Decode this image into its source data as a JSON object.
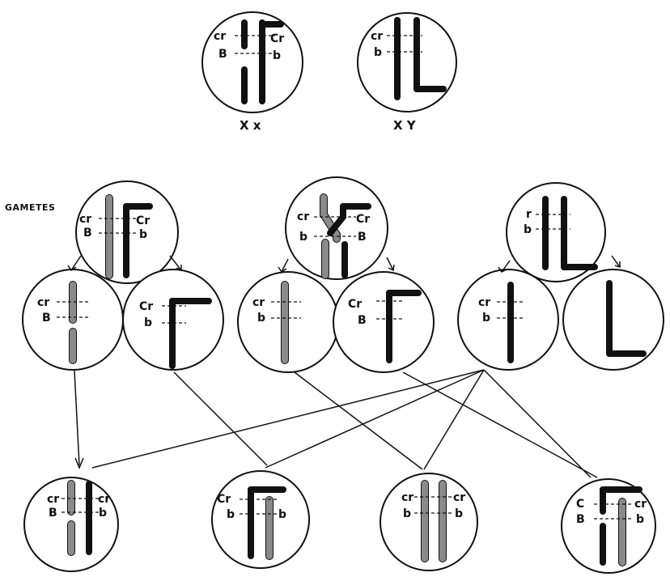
{
  "heading": "GAMETES",
  "parents": {
    "female": {
      "caption": "X x",
      "left": [
        "cr",
        "B"
      ],
      "right": [
        "Cr",
        "b"
      ]
    },
    "male": {
      "caption": "X Y",
      "left": [
        "cr",
        "b"
      ]
    }
  },
  "gamete_groups": {
    "g1": {
      "parent_left": [
        "cr",
        "B"
      ],
      "parent_right": [
        "Cr",
        "b"
      ],
      "child_a": [
        "cr",
        "B"
      ],
      "child_b": [
        "Cr",
        "b"
      ]
    },
    "g2": {
      "parent_left": [
        "cr",
        "b"
      ],
      "parent_right": [
        "Cr",
        "B"
      ],
      "child_a": [
        "cr",
        "b"
      ],
      "child_b": [
        "Cr",
        "B"
      ]
    },
    "g3": {
      "parent_left": [
        "r",
        "b"
      ],
      "child_a": [
        "cr",
        "b"
      ]
    }
  },
  "offspring": {
    "o1": {
      "left": [
        "cr",
        "B"
      ],
      "right": [
        "cr",
        "b"
      ]
    },
    "o2": {
      "left": [
        "Cr",
        "b"
      ],
      "right": [
        "b"
      ]
    },
    "o3": {
      "left": [
        "cr",
        "b"
      ],
      "right": [
        "cr",
        "b"
      ]
    },
    "o4": {
      "left": [
        "C",
        "B"
      ],
      "right": [
        "cr",
        "b"
      ]
    }
  }
}
